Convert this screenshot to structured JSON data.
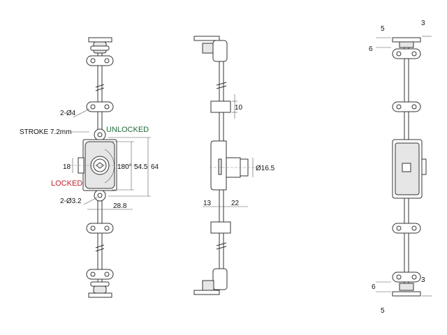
{
  "front_view": {
    "stroke_label": "STROKE 7.2mm",
    "unlocked_label": "UNLOCKED",
    "locked_label": "LOCKED",
    "hole_top_label": "2-Ø4",
    "hole_bottom_label": "2-Ø3.2",
    "dim_18": "18",
    "rotation_label": "180°",
    "dim_54_5": "54.5",
    "dim_64": "64",
    "dim_28_8": "28.8"
  },
  "side_view": {
    "dim_10": "10",
    "dim_16_5": "Ø16.5",
    "dim_13": "13",
    "dim_22": "22"
  },
  "back_view": {
    "top_dim_5": "5",
    "top_dim_3": "3",
    "top_dim_6": "6",
    "bottom_dim_6": "6",
    "bottom_dim_3": "3",
    "bottom_dim_5": "5"
  },
  "colors": {
    "unlocked": "#1f6b3a",
    "locked": "#c8202a"
  }
}
